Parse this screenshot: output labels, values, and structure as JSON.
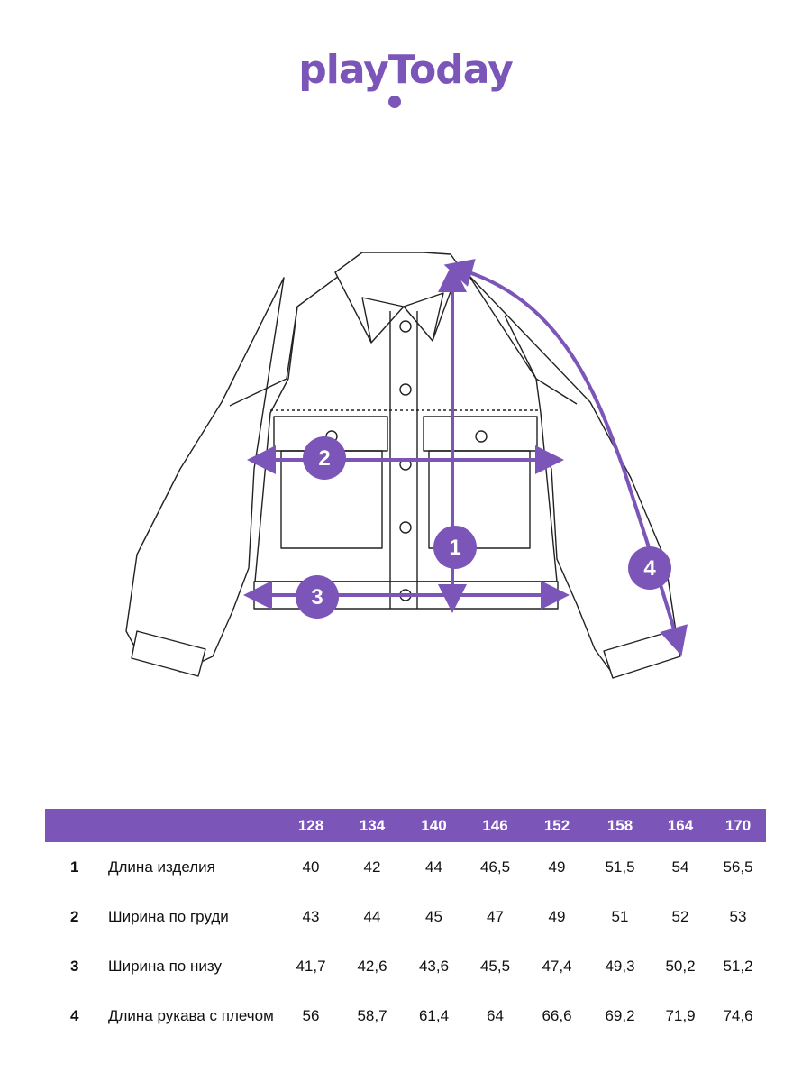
{
  "brand": {
    "logo_text": "playToday",
    "accent_color": "#7b55b8"
  },
  "diagram": {
    "markers": [
      "1",
      "2",
      "3",
      "4"
    ]
  },
  "size_table": {
    "sizes": [
      "128",
      "134",
      "140",
      "146",
      "152",
      "158",
      "164",
      "170"
    ],
    "rows": [
      {
        "num": "1",
        "label": "Длина изделия",
        "values": [
          "40",
          "42",
          "44",
          "46,5",
          "49",
          "51,5",
          "54",
          "56,5"
        ]
      },
      {
        "num": "2",
        "label": "Ширина по груди",
        "values": [
          "43",
          "44",
          "45",
          "47",
          "49",
          "51",
          "52",
          "53"
        ]
      },
      {
        "num": "3",
        "label": "Ширина по низу",
        "values": [
          "41,7",
          "42,6",
          "43,6",
          "45,5",
          "47,4",
          "49,3",
          "50,2",
          "51,2"
        ]
      },
      {
        "num": "4",
        "label": "Длина рукава с плечом",
        "values": [
          "56",
          "58,7",
          "61,4",
          "64",
          "66,6",
          "69,2",
          "71,9",
          "74,6"
        ]
      }
    ]
  }
}
